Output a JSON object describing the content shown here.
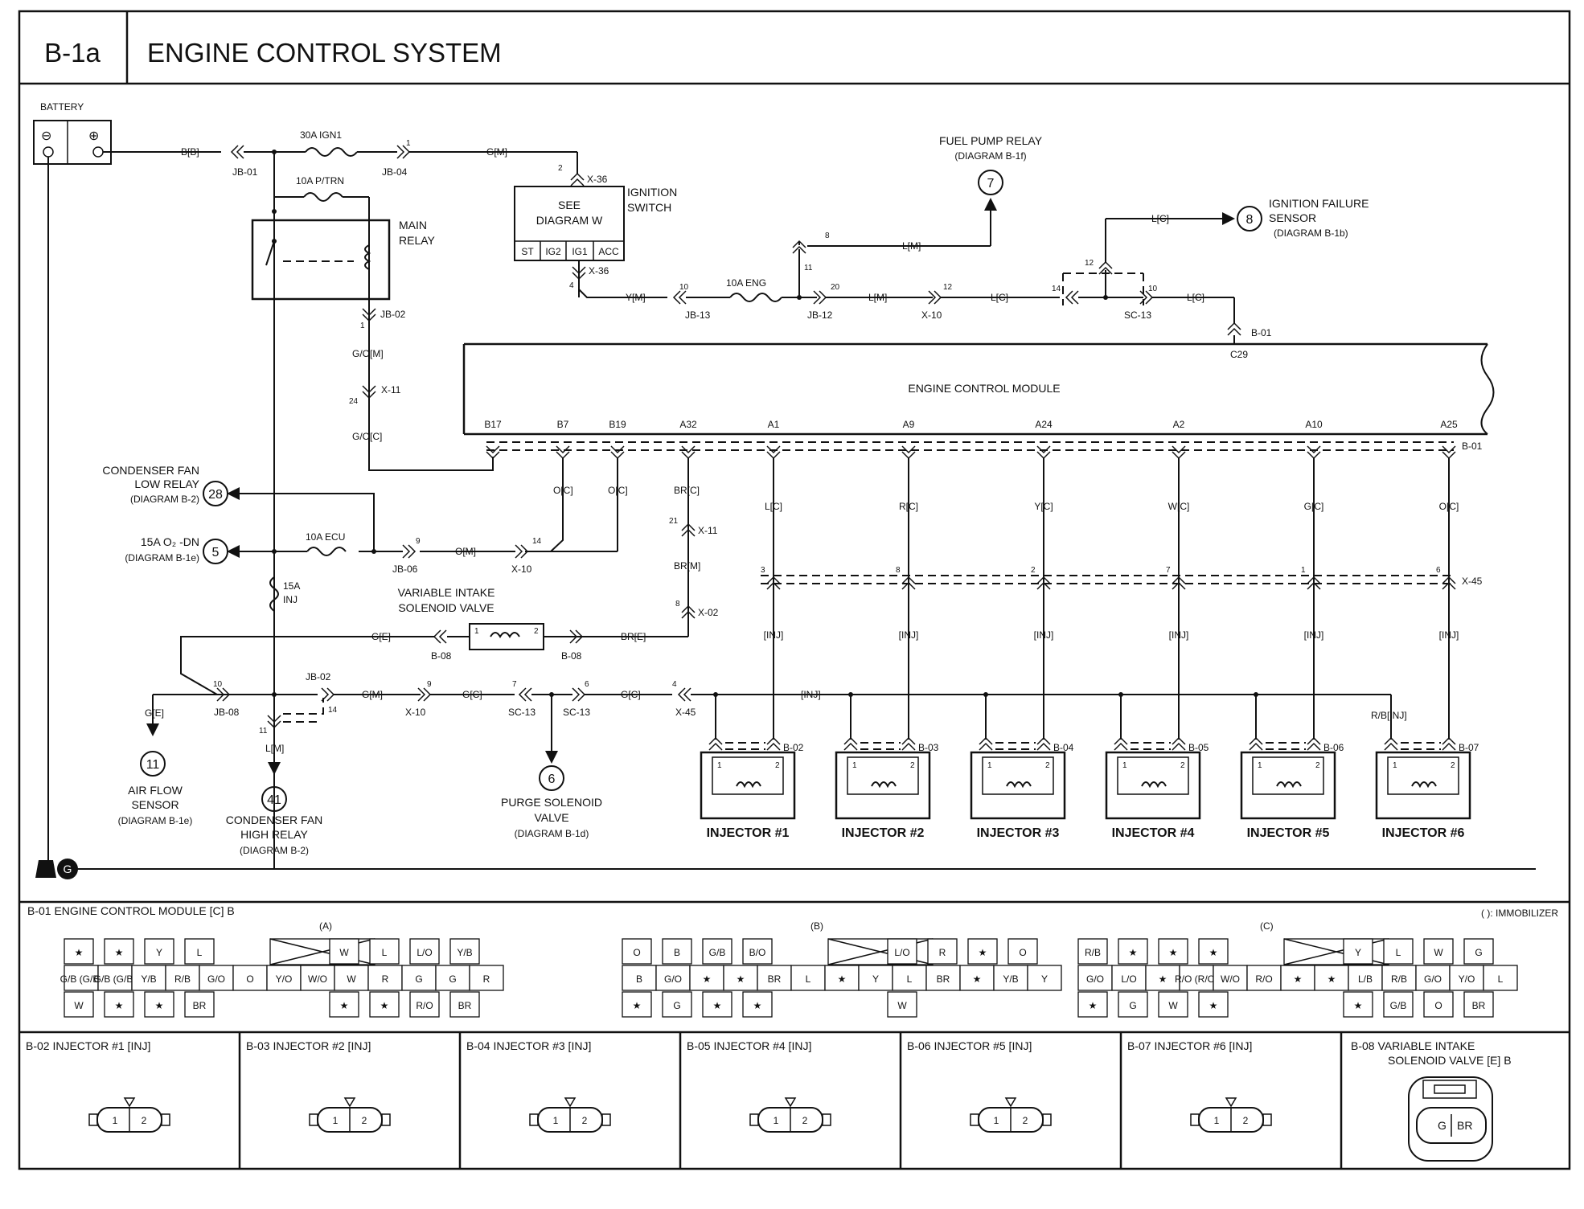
{
  "header": {
    "code": "B-1a",
    "title": "ENGINE CONTROL SYSTEM"
  },
  "power": {
    "battery": "BATTERY",
    "minus": "⊖",
    "plus": "⊕",
    "wire_bb": "B[B]",
    "jb01": "JB-01",
    "fuse_ign1": "30A IGN1",
    "jb04": "JB-04",
    "pin1": "1",
    "wire_gm": "G[M]",
    "pin2": "2",
    "x36": "X-36",
    "ign_see": "SEE",
    "ign_diagram": "DIAGRAM W",
    "ign_label1": "IGNITION",
    "ign_label2": "SWITCH",
    "ign_terms": [
      "ST",
      "IG2",
      "IG1",
      "ACC"
    ],
    "pin4": "4",
    "x36b": "X-36",
    "wire_ym": "Y[M]",
    "pin10": "10",
    "jb13": "JB-13",
    "fuse_eng": "10A ENG",
    "pin20": "20",
    "jb12": "JB-12",
    "wire_lm": "L[M]",
    "pin12": "12",
    "x10": "X-10",
    "wire_lc": "L[C]",
    "pin14": "14",
    "pin12b": "12",
    "pin10b": "10",
    "sc13": "SC-13",
    "wire_lc2": "L[C]",
    "b01": "B-01",
    "c29": "C29",
    "pin8": "8",
    "pin11": "11",
    "wire_lm2": "L[M]",
    "wire_lc3": "L[C]",
    "fuel_pump_relay": "FUEL PUMP RELAY",
    "fuel_pump_diag": "(DIAGRAM B-1f)",
    "ref7": "7",
    "ign_fail1": "IGNITION FAILURE",
    "ign_fail2": "SENSOR",
    "ign_fail_diag": "(DIAGRAM B-1b)",
    "ref8": "8"
  },
  "relay": {
    "fuse_ptrn": "10A P/TRN",
    "main1": "MAIN",
    "main2": "RELAY",
    "pin1": "1",
    "jb02": "JB-02",
    "wire_gom": "G/O[M]",
    "pin24": "24",
    "x11": "X-11",
    "wire_goc": "G/O[C]"
  },
  "ecm": {
    "label": "ENGINE CONTROL MODULE",
    "pins": [
      "B17",
      "B7",
      "B19",
      "A32",
      "A1",
      "A9",
      "A24",
      "A2",
      "A10",
      "A25"
    ],
    "b01": "B-01",
    "inj_wires": [
      "L[C]",
      "R[C]",
      "Y[C]",
      "W[C]",
      "G[C]",
      "O[C]"
    ],
    "x45_pins": [
      "3",
      "8",
      "2",
      "7",
      "1",
      "6"
    ],
    "x45": "X-45",
    "inj_tags": [
      "[INJ]",
      "[INJ]",
      "[INJ]",
      "[INJ]",
      "[INJ]",
      "[INJ]"
    ]
  },
  "left": {
    "cond_low1": "CONDENSER FAN",
    "cond_low2": "LOW RELAY",
    "cond_low_diag": "(DIAGRAM B-2)",
    "ref28": "28",
    "o2_1": "15A O₂ -DN",
    "o2_diag": "(DIAGRAM B-1e)",
    "ref5": "5",
    "fuse_ecu": "10A ECU",
    "pin9": "9",
    "jb06": "JB-06",
    "wire_om": "O[M]",
    "pin14": "14",
    "x10": "X-10",
    "wire_oc1": "O[C]",
    "wire_oc2": "O[C]",
    "wire_brc": "BR[C]",
    "pin21": "21",
    "x11": "X-11",
    "wire_brm": "BR[M]",
    "pin8": "8",
    "x02": "X-02",
    "fuse_inj1": "15A",
    "fuse_inj2": "INJ",
    "vis1": "VARIABLE INTAKE",
    "vis2": "SOLENOID VALVE",
    "vis_p1": "1",
    "vis_p2": "2",
    "wire_ge": "G[E]",
    "b08a": "B-08",
    "b08b": "B-08",
    "wire_bre": "BR[E]"
  },
  "lower": {
    "pin10": "10",
    "jb08": "JB-08",
    "wire_ge": "G[E]",
    "jb02": "JB-02",
    "pin14": "14",
    "pin11": "11",
    "wire_lm": "L[M]",
    "wire_gm": "G[M]",
    "pin9": "9",
    "x10": "X-10",
    "wire_gc": "G[C]",
    "pin7": "7",
    "pin6": "6",
    "sc13a": "SC-13",
    "sc13b": "SC-13",
    "wire_gc2": "G[C]",
    "pin4": "4",
    "x45": "X-45",
    "inj_tag": "[INJ]",
    "rb": "R/B[INJ]",
    "ref11": "11",
    "afs1": "AIR FLOW",
    "afs2": "SENSOR",
    "afs_diag": "(DIAGRAM B-1e)",
    "ref41": "41",
    "cfh1": "CONDENSER FAN",
    "cfh2": "HIGH RELAY",
    "cfh_diag": "(DIAGRAM B-2)",
    "ref6": "6",
    "psv1": "PURGE SOLENOID",
    "psv2": "VALVE",
    "psv_diag": "(DIAGRAM B-1d)",
    "ground": "G"
  },
  "injectors": [
    {
      "label": "INJECTOR #1",
      "conn": "B-02",
      "p1": "1",
      "p2": "2"
    },
    {
      "label": "INJECTOR #2",
      "conn": "B-03",
      "p1": "1",
      "p2": "2"
    },
    {
      "label": "INJECTOR #3",
      "conn": "B-04",
      "p1": "1",
      "p2": "2"
    },
    {
      "label": "INJECTOR #4",
      "conn": "B-05",
      "p1": "1",
      "p2": "2"
    },
    {
      "label": "INJECTOR #5",
      "conn": "B-06",
      "p1": "1",
      "p2": "2"
    },
    {
      "label": "INJECTOR #6",
      "conn": "B-07",
      "p1": "1",
      "p2": "2"
    }
  ],
  "connector_b01": {
    "title": "B-01 ENGINE CONTROL MODULE [C] B",
    "legend": "( ): IMMOBILIZER",
    "groups": [
      "(A)",
      "(B)",
      "(C)"
    ],
    "cells": [
      "★",
      "★",
      "Y",
      "L",
      "W",
      "L",
      "L/O",
      "Y/B",
      "G/B (G/B)",
      "G/B (G/B)",
      "Y/B",
      "R/B",
      "G/O",
      "O",
      "Y/O",
      "W/O",
      "W",
      "R",
      "G",
      "G",
      "R",
      "W",
      "★",
      "★",
      "BR",
      "★",
      "★",
      "R/O",
      "BR",
      "W",
      "G",
      "O",
      "Y",
      "O",
      "B",
      "G/B",
      "B/O",
      "L/O",
      "R",
      "★",
      "O",
      "B",
      "G/O",
      "★",
      "★",
      "BR",
      "L",
      "★",
      "Y",
      "L",
      "BR",
      "★",
      "Y/B",
      "Y",
      "★",
      "G",
      "★",
      "★",
      "W",
      "R/B",
      "★",
      "★",
      "★",
      "Y",
      "L",
      "W",
      "G",
      "G/O",
      "L/O",
      "★",
      "R/O (R/O)",
      "W/O",
      "R/O",
      "★",
      "★",
      "L/B",
      "R/B",
      "G/O",
      "Y/O",
      "L",
      "★",
      "G",
      "W",
      "★",
      "★",
      "G/B",
      "O",
      "BR"
    ]
  },
  "views": [
    {
      "title": "B-02 INJECTOR #1 [INJ]",
      "p1": "1",
      "p2": "2"
    },
    {
      "title": "B-03 INJECTOR #2 [INJ]",
      "p1": "1",
      "p2": "2"
    },
    {
      "title": "B-04 INJECTOR #3 [INJ]",
      "p1": "1",
      "p2": "2"
    },
    {
      "title": "B-05 INJECTOR #4 [INJ]",
      "p1": "1",
      "p2": "2"
    },
    {
      "title": "B-06 INJECTOR #5 [INJ]",
      "p1": "1",
      "p2": "2"
    },
    {
      "title": "B-07 INJECTOR #6 [INJ]",
      "p1": "1",
      "p2": "2"
    }
  ],
  "view_b08": {
    "title1": "B-08 VARIABLE INTAKE",
    "title2": "SOLENOID VALVE [E] B",
    "g": "G",
    "br": "BR"
  }
}
